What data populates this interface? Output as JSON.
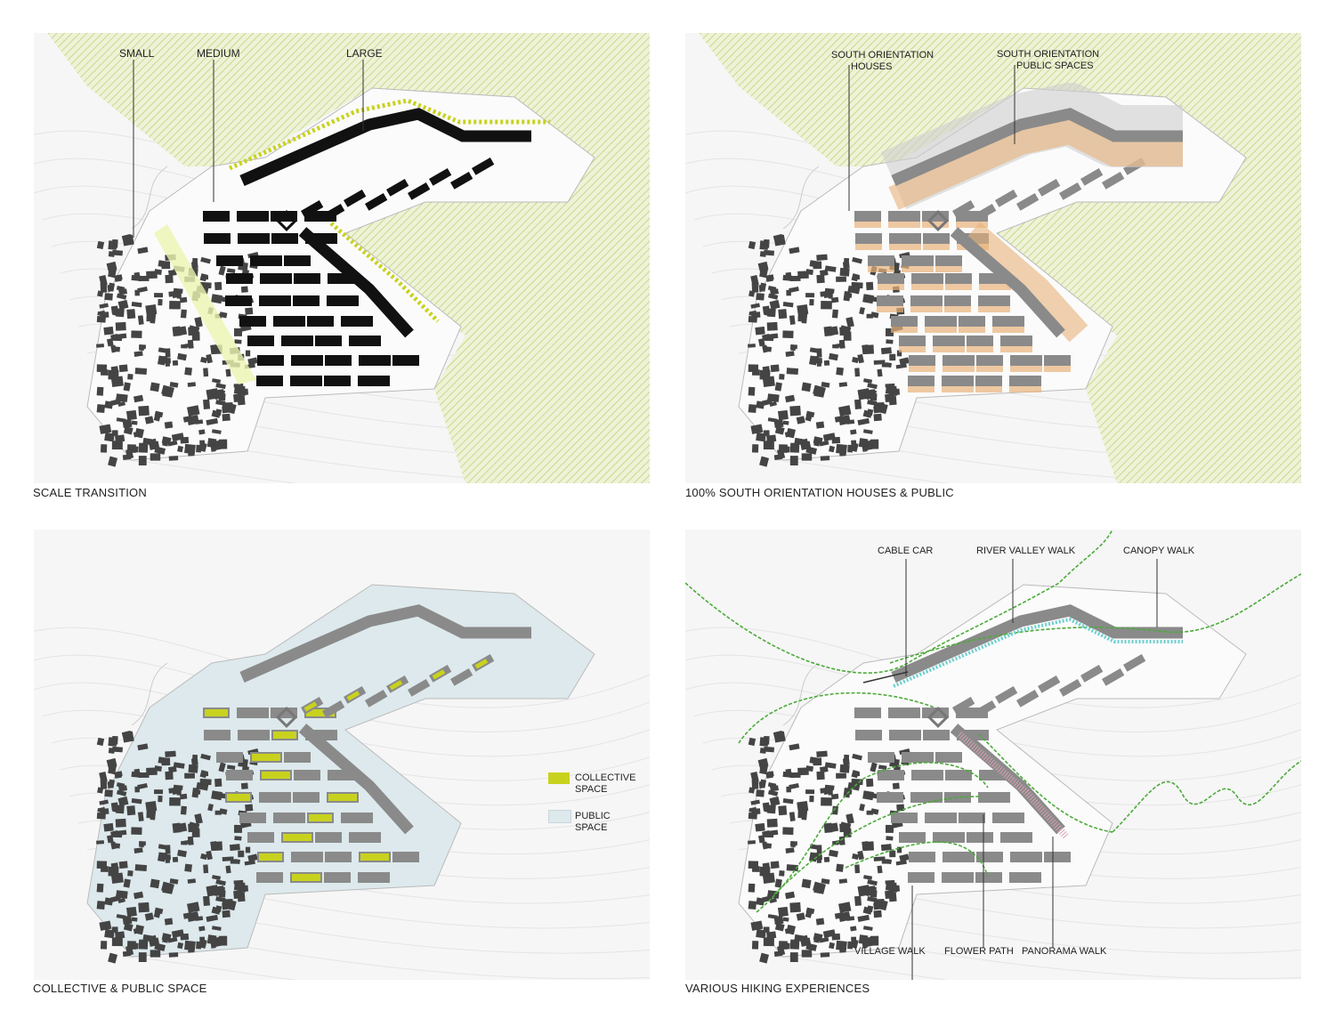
{
  "panels": [
    {
      "caption": "SCALE TRANSITION",
      "labels": [
        "SMALL",
        "MEDIUM",
        "LARGE"
      ]
    },
    {
      "caption": "100% SOUTH ORIENTATION HOUSES & PUBLIC",
      "labels": [
        [
          "SOUTH ORIENTATION",
          "HOUSES"
        ],
        [
          "SOUTH ORIENTATION",
          "PUBLIC SPACES"
        ]
      ]
    },
    {
      "caption": "COLLECTIVE & PUBLIC SPACE",
      "legend": [
        {
          "label": [
            "COLLECTIVE",
            "SPACE"
          ],
          "color": "#c8d21e"
        },
        {
          "label": [
            "PUBLIC",
            "SPACE"
          ],
          "color": "#dde9ec"
        }
      ]
    },
    {
      "caption": "VARIOUS HIKING EXPERIENCES",
      "labels": [
        "CABLE CAR",
        "RIVER VALLEY WALK",
        "CANOPY WALK",
        "VILLAGE WALK",
        "FLOWER PATH",
        "PANORAMA WALK"
      ]
    }
  ],
  "colors": {
    "hatch": "#c9d98a",
    "large": "#111111",
    "building": "#8a8a8a",
    "village": "#444444",
    "collective": "#c8d21e",
    "public": "#dde9ec",
    "path": "#4caa3a",
    "orange": "#e8b27a"
  }
}
